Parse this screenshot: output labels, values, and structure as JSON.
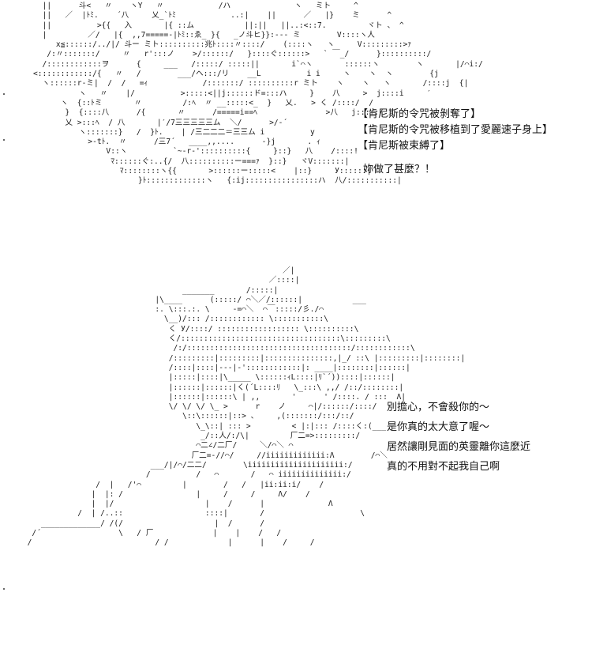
{
  "art": {
    "top": "  ||      斗<   〃    ヽY   〃            /ハ              ヽ   ミト     ^\n  ||   ／  |ﾄﾐ.    ´八     乂_`ﾄﾐ            ..:|    ||      ／   |}    ミ      ^\n  ||          >{{   入       |{ ::ム           ||:||   ||..:<::7.         ヾト 、 ^\n  |         ／/   |{  ,,7=====-|ﾄﾐ::ゑ_ }{   _ノ斗ヒ}}:--- ミ        V::::ヽ人\n     x≦::::::/../|/ 斗ー ミト::::::::::兆ﾄ::::〃::::/    (::::ヽ   ヽ     V:::::::::>ｧ\n   /:〃:::::::/     〃   r':::ノ    >/::::::/   }::::ぐ::::::>   ` ￣_/      }::::::::::/\n  /::::::::::::ヲ      {     ___   /:::::/ :::::||       i`⌒ヽ       ::::::ヽ        ヽ       |/⌒i:/\n<::::::::::::/{   〃   /        ___/ヘ:::/リ    __L          i i     ヽ    ヽ  ヽ        {j\n  ヽ::::::r-ミ|  /  /   =ｨ            /:::::::/ ::::::::::r ミト    ヽ    ヽ   ヽ       /::::j  {|\n          ヽ   〃    |/          >:::::<||j::::::ド=:::ハ     }    八     >  j::::i     ′\n      ヽ  {::ﾄミ       〃         /:ﾍ  〃 __:::::<_  }   乂.   > く /::::/  /\n       }  {::::八      /{       〃      /=====i==ﾍ               >八   j:::::/\n       乂 >:::ﾍ  / 八       |′/7三三三三三ム  ＼/      >/-´\n          ヽ:::::::}   /  }ﾄ.    | /三二二二＝三三ム i          y\n            >-tﾄ.  〃      /三7´   ____,,....      -}j       . ｨ\n                V::ヽ          `~-r-'::::::::::{     }::}   八    /::::!\n                 ﾏ::::::ぐ:..{/  八::::::::::ー===ｧ  }::}   ヾV:::::::|\n                   ﾏ::::::::ヽ{{       >::::::ー:::::<    |::}     У::::::|\n                       }ﾄ:::::::::::::ヽ   {:ij::::::::::::::::ハ  八/:::::::::::|",
    "bottom": "                                                              ／|\n                                                           ／::::|\n                                        _______       /:::::|\n                                  |\\____      (:::::/ ⌒＼／/::::::|           ___\n                                  :. \\:::.:. \\     ‐=⌒＼  ⌒￣:::::/彡./⌒\n                                    \\__)/::: /:::::::::::: \\:::::::::::\\\n                                     く У/::::/ :::::::::::::::::: \\::::::::::\\\n                                     く/:::::::::::::::::::::::::::::::::::\\:::::::::\\\n                                      /:/::::::::::::::::::::::::::::::::::::/::::::::::::\\\n                                     /:::::::::|:::::::::|:::::::::::::::,|_/ ::\\ |:::::::::|::::::::|\n                                     /::::|::::|---|-'::::::::::::|: ____|::::::::|::::::|\n                                     |:::::|::::|\\_____ \\::::::ｨL::::|ﾘ`´))::::|::::::|\n                                     |::::::|::::::|く(´L::::ﾘ   \\_:::\\ ,,/ /::/::::::::|\n                                     |::::::|::::::\\ | ,,       '      ' /::::. / :::  Λ|\n                                     \\/ \\/ \\/ \\_ >      r    ノ     ⌒|/::::::/::::/\n                                        \\::\\::::::|::> 、    ,(:::::::/:::/::/\n                                           \\_\\::| ::: >         < |:|::: /::::く:(___\n                                            _/::人/:/\\|         厂二=>:::::::::/\n                                           ⌒二∠/二厂/     ＼/⌒＼ ⌒\n                                          厂二=-//⌒/     //iiiiiiiiiiiii:Λ        /⌒＼\n                                 ___/|/⌒/二二/        \\iiiiiiiiiiiiiiiiiiiii:/\n                                /          /   ⌒       /   ⌒ iiiiiiiiiiiiii:/\n                     /  |   /'⌒         |        /   /   |ii:ii:i/    /\n                    |  |: /                |     /     /     Λ/    /\n                    |  |/                    |    /      |              Λ\n                 /  | /..::                  ::::|       /                     \\\n         _____________/ /(/                    |  /      /                     \n       /´                 \\   / 厂             |    |    /   /\n      /                           / /             |      |    /     /"
  },
  "notices": [
    "【肯尼斯的令咒被剝奪了】",
    "【肯尼斯的令咒被移植到了愛麗速子身上】",
    "【肯尼斯被束縛了】"
  ],
  "reply": "妳做了甚麼？！",
  "dialogue": [
    "別擔心，不會殺你的～",
    "是你真的太大意了喔～",
    "居然讓剛見面的英靈離你這麼近",
    "真的不用對不起我自己啊"
  ]
}
